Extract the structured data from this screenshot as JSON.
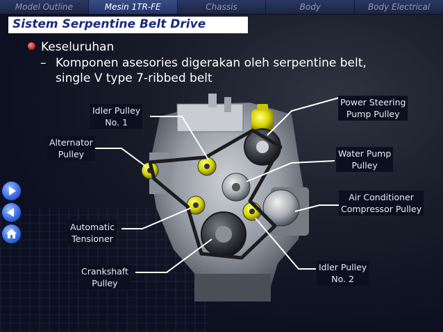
{
  "nav": {
    "tabs": [
      {
        "label": "Model Outline"
      },
      {
        "label": "Mesin 1TR-FE"
      },
      {
        "label": "Chassis"
      },
      {
        "label": "Body"
      },
      {
        "label": "Body Electrical"
      }
    ]
  },
  "header": {
    "title": "Sistem Serpentine Belt Drive"
  },
  "content": {
    "bullet1": "Keseluruhan",
    "bullet2_line1": "Komponen asesories digerakan oleh serpentine belt,",
    "bullet2_line2": "single V type 7-ribbed belt",
    "dash": "–"
  },
  "labels": {
    "idler_pulley_1_a": "Idler Pulley",
    "idler_pulley_1_b": "No. 1",
    "alternator_a": "Alternator",
    "alternator_b": "Pulley",
    "power_steering_a": "Power Steering",
    "power_steering_b": "Pump Pulley",
    "water_pump_a": "Water Pump",
    "water_pump_b": "Pulley",
    "ac_a": "Air Conditioner",
    "ac_b": "Compressor Pulley",
    "tensioner_a": "Automatic",
    "tensioner_b": "Tensioner",
    "crankshaft_a": "Crankshaft",
    "crankshaft_b": "Pulley",
    "idler_pulley_2_a": "Idler Pulley",
    "idler_pulley_2_b": "No. 2"
  },
  "sidenav": {
    "next_icon": "next-arrow-icon",
    "back_icon": "back-arrow-icon",
    "home_icon": "home-icon"
  },
  "colors": {
    "title_text": "#1b2a7a",
    "pulley_yellow": "#d6d400",
    "nav_active": "#3a4c86"
  }
}
